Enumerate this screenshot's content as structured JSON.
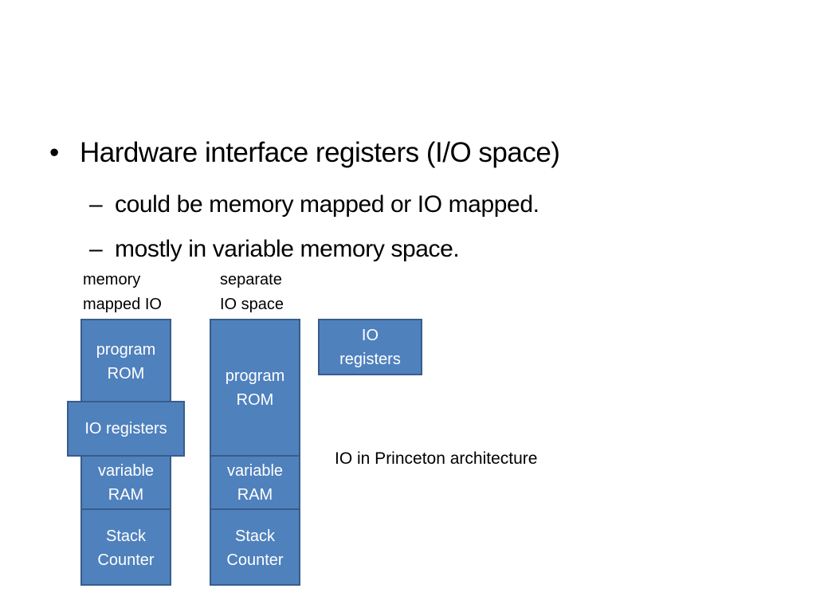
{
  "slide": {
    "bullet": {
      "marker": "•",
      "text": "Hardware interface registers (I/O space)",
      "sub_items": [
        {
          "marker": "–",
          "text": "could be memory mapped or IO mapped."
        },
        {
          "marker": "–",
          "text": "mostly in variable memory space."
        }
      ]
    }
  },
  "diagram": {
    "memory_mapped": {
      "label_line1": "memory",
      "label_line2": "mapped IO",
      "blocks": {
        "program_rom": {
          "line1": "program",
          "line2": "ROM"
        },
        "io_registers": {
          "line1": "IO registers"
        },
        "variable_ram": {
          "line1": "variable",
          "line2": "RAM"
        },
        "stack_counter": {
          "line1": "Stack",
          "line2": "Counter"
        }
      }
    },
    "separate_io": {
      "label_line1": "separate",
      "label_line2": "IO space",
      "blocks": {
        "program_rom": {
          "line1": "program",
          "line2": "ROM"
        },
        "variable_ram": {
          "line1": "variable",
          "line2": "RAM"
        },
        "stack_counter": {
          "line1": "Stack",
          "line2": "Counter"
        }
      },
      "io_block": {
        "line1": "IO",
        "line2": "registers"
      }
    },
    "caption": "IO in Princeton architecture",
    "colors": {
      "box_fill": "#4f81bd",
      "box_border": "#385d8a",
      "box_text": "#ffffff"
    }
  }
}
